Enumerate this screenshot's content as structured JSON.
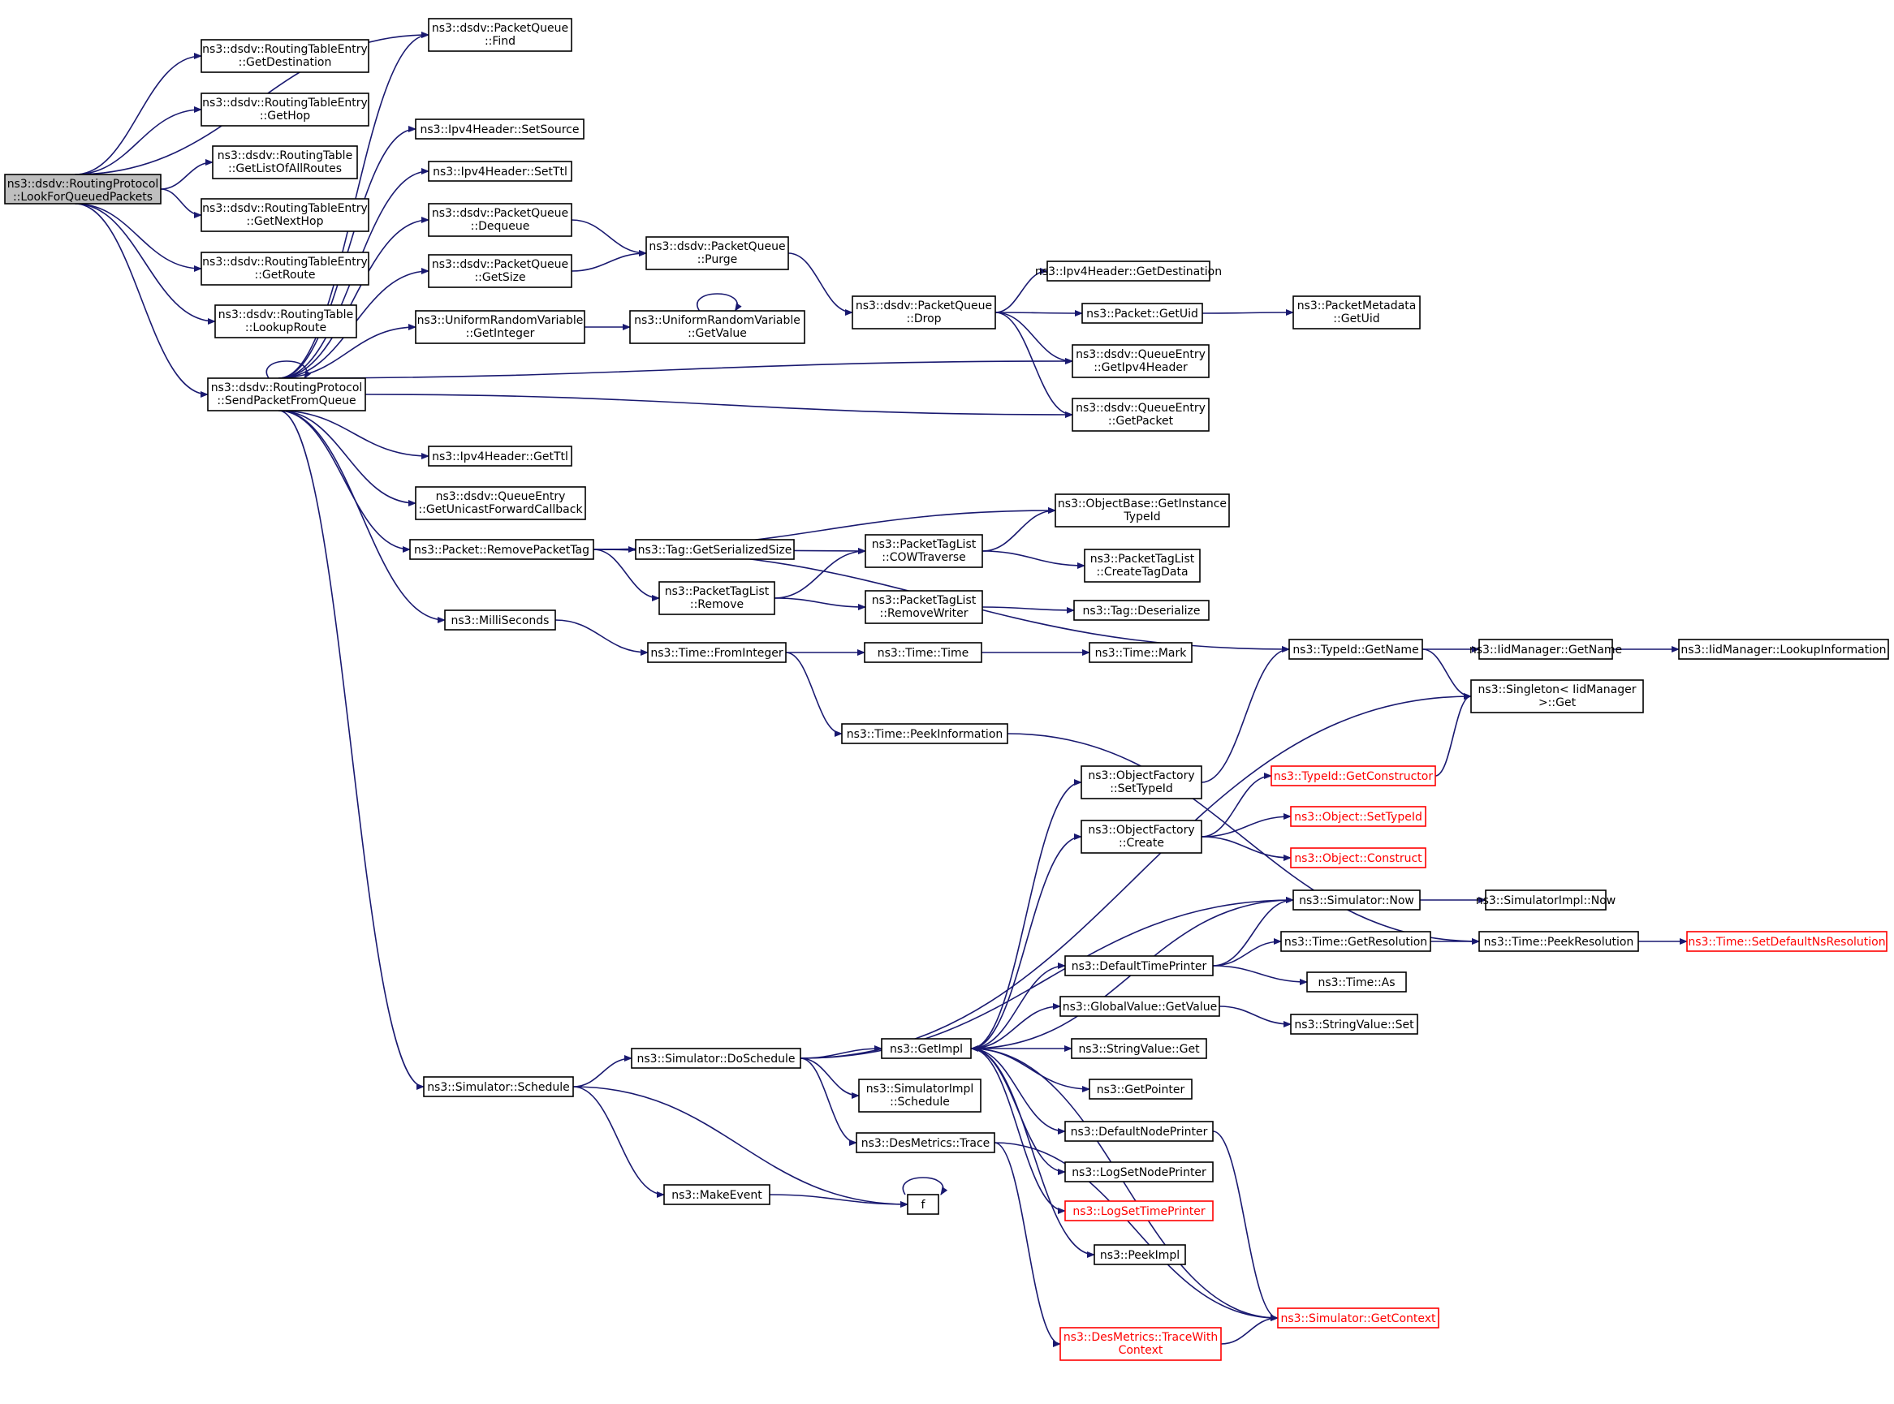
{
  "colors": {
    "edge": "#191970",
    "root_fill": "#bfbfbf",
    "red_border": "#ff0000",
    "node_border": "#000000"
  },
  "nodes": {
    "root": [
      "ns3::dsdv::RoutingProtocol",
      "::LookForQueuedPackets"
    ],
    "find": [
      "ns3::dsdv::PacketQueue",
      "::Find"
    ],
    "getDest": [
      "ns3::dsdv::RoutingTableEntry",
      "::GetDestination"
    ],
    "getHop": [
      "ns3::dsdv::RoutingTableEntry",
      "::GetHop"
    ],
    "getList": [
      "ns3::dsdv::RoutingTable",
      "::GetListOfAllRoutes"
    ],
    "getNextHop": [
      "ns3::dsdv::RoutingTableEntry",
      "::GetNextHop"
    ],
    "getRoute": [
      "ns3::dsdv::RoutingTableEntry",
      "::GetRoute"
    ],
    "lookupRoute": [
      "ns3::dsdv::RoutingTable",
      "::LookupRoute"
    ],
    "send": [
      "ns3::dsdv::RoutingProtocol",
      "::SendPacketFromQueue"
    ],
    "setSource": [
      "ns3::Ipv4Header::SetSource"
    ],
    "setTtl": [
      "ns3::Ipv4Header::SetTtl"
    ],
    "dequeue": [
      "ns3::dsdv::PacketQueue",
      "::Dequeue"
    ],
    "getSize": [
      "ns3::dsdv::PacketQueue",
      "::GetSize"
    ],
    "getInteger": [
      "ns3::UniformRandomVariable",
      "::GetInteger"
    ],
    "purge": [
      "ns3::dsdv::PacketQueue",
      "::Purge"
    ],
    "urvGetValue": [
      "ns3::UniformRandomVariable",
      "::GetValue"
    ],
    "drop": [
      "ns3::dsdv::PacketQueue",
      "::Drop"
    ],
    "ipv4GetDest": [
      "ns3::Ipv4Header::GetDestination"
    ],
    "getUid": [
      "ns3::Packet::GetUid"
    ],
    "metaGetUid": [
      "ns3::PacketMetadata",
      "::GetUid"
    ],
    "getIpv4Header": [
      "ns3::dsdv::QueueEntry",
      "::GetIpv4Header"
    ],
    "getPacket": [
      "ns3::dsdv::QueueEntry",
      "::GetPacket"
    ],
    "getTtl": [
      "ns3::Ipv4Header::GetTtl"
    ],
    "getUnicast": [
      "ns3::dsdv::QueueEntry",
      "::GetUnicastForwardCallback"
    ],
    "removePacketTag": [
      "ns3::Packet::RemovePacketTag"
    ],
    "getInstanceTypeId": [
      "ns3::ObjectBase::GetInstance",
      "TypeId"
    ],
    "tagGetSize": [
      "ns3::Tag::GetSerializedSize"
    ],
    "cowTraverse": [
      "ns3::PacketTagList",
      "::COWTraverse"
    ],
    "createTagData": [
      "ns3::PacketTagList",
      "::CreateTagData"
    ],
    "ptlRemove": [
      "ns3::PacketTagList",
      "::Remove"
    ],
    "removeWriter": [
      "ns3::PacketTagList",
      "::RemoveWriter"
    ],
    "deserialize": [
      "ns3::Tag::Deserialize"
    ],
    "milli": [
      "ns3::MilliSeconds"
    ],
    "fromInteger": [
      "ns3::Time::FromInteger"
    ],
    "timeTime": [
      "ns3::Time::Time"
    ],
    "mark": [
      "ns3::Time::Mark"
    ],
    "typeIdGetName": [
      "ns3::TypeId::GetName"
    ],
    "iidGetName": [
      "ns3::IidManager::GetName"
    ],
    "lookupInfo": [
      "ns3::IidManager::LookupInformation"
    ],
    "singleton": [
      "ns3::Singleton< IidManager",
      ">::Get"
    ],
    "peekInfo": [
      "ns3::Time::PeekInformation"
    ],
    "ofSetTypeId": [
      "ns3::ObjectFactory",
      "::SetTypeId"
    ],
    "getConstructor": [
      "ns3::TypeId::GetConstructor"
    ],
    "ofCreate": [
      "ns3::ObjectFactory",
      "::Create"
    ],
    "objSetTypeId": [
      "ns3::Object::SetTypeId"
    ],
    "construct": [
      "ns3::Object::Construct"
    ],
    "simNow": [
      "ns3::Simulator::Now"
    ],
    "simImplNow": [
      "ns3::SimulatorImpl::Now"
    ],
    "getResolution": [
      "ns3::Time::GetResolution"
    ],
    "peekResolution": [
      "ns3::Time::PeekResolution"
    ],
    "setDefaultNs": [
      "ns3::Time::SetDefaultNsResolution"
    ],
    "defaultTimePrinter": [
      "ns3::DefaultTimePrinter"
    ],
    "timeAs": [
      "ns3::Time::As"
    ],
    "gvGetValue": [
      "ns3::GlobalValue::GetValue"
    ],
    "svSet": [
      "ns3::StringValue::Set"
    ],
    "getImpl": [
      "ns3::GetImpl"
    ],
    "svGet": [
      "ns3::StringValue::Get"
    ],
    "getPointer": [
      "ns3::GetPointer"
    ],
    "doSchedule": [
      "ns3::Simulator::DoSchedule"
    ],
    "simImplSchedule": [
      "ns3::SimulatorImpl",
      "::Schedule"
    ],
    "desTrace": [
      "ns3::DesMetrics::Trace"
    ],
    "simSchedule": [
      "ns3::Simulator::Schedule"
    ],
    "makeEvent": [
      "ns3::MakeEvent"
    ],
    "f": [
      "f"
    ],
    "defaultNodePrinter": [
      "ns3::DefaultNodePrinter"
    ],
    "logSetNode": [
      "ns3::LogSetNodePrinter"
    ],
    "logSetTime": [
      "ns3::LogSetTimePrinter"
    ],
    "peekImpl": [
      "ns3::PeekImpl"
    ],
    "getContext": [
      "ns3::Simulator::GetContext"
    ],
    "traceWithContext": [
      "ns3::DesMetrics::TraceWith",
      "Context"
    ]
  }
}
